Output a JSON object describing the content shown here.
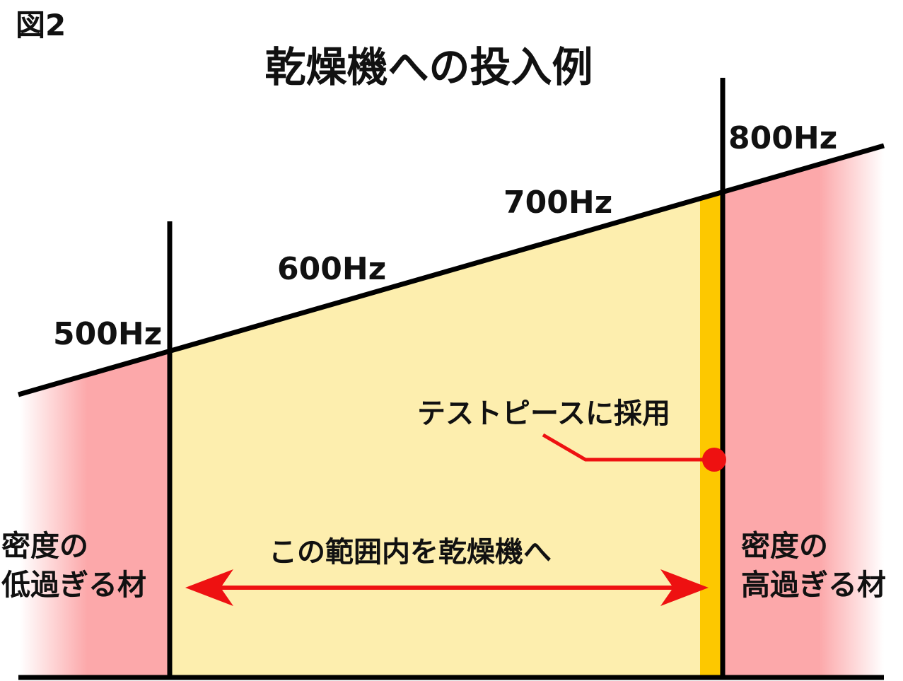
{
  "figure_label": "図2",
  "title": "乾燥機への投入例",
  "frequency_labels": [
    "500Hz",
    "600Hz",
    "700Hz",
    "800Hz"
  ],
  "test_piece_label": "テストピースに採用",
  "range_label": "この範囲内を乾燥機へ",
  "low_density": {
    "line1": "密度の",
    "line2": "低過ぎる材"
  },
  "high_density": {
    "line1": "密度の",
    "line2": "高過ぎる材"
  },
  "colors": {
    "accepted_region": "#fdeeae",
    "rejected_region": "#fca8aa",
    "test_piece_band": "#fdc800",
    "arrow": "#ee1111",
    "lines": "#000000"
  }
}
